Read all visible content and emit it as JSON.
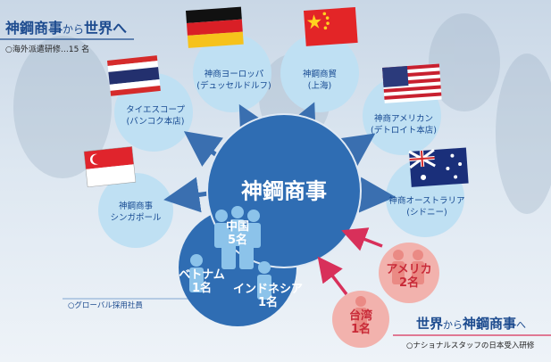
{
  "header_top": {
    "title_a": "神鋼商事",
    "title_b": "から",
    "title_c": "世界へ",
    "sub": "○海外派遣研修…15 名"
  },
  "center": {
    "label": "神鋼商事"
  },
  "offices": [
    {
      "line1": "神鋼商事",
      "line2": "シンガポール",
      "flag": "singapore"
    },
    {
      "line1": "タイエスコープ",
      "line2": "(バンコク本店)",
      "flag": "thailand"
    },
    {
      "line1": "神商ヨーロッパ",
      "line2": "(デュッセルドルフ)",
      "flag": "germany"
    },
    {
      "line1": "神鋼商貿",
      "line2": "(上海)",
      "flag": "china"
    },
    {
      "line1": "神商アメリカン",
      "line2": "(デトロイト本店)",
      "flag": "usa"
    },
    {
      "line1": "神商オーストラリア",
      "line2": "(シドニー)",
      "flag": "australia"
    }
  ],
  "global_staff": {
    "label": "○グローバル採用社員",
    "china": {
      "line1": "中国",
      "line2": "5名"
    },
    "vietnam": {
      "line1": "ベトナム",
      "line2": "1名"
    },
    "indonesia": {
      "line1": "インドネシア",
      "line2": "1名"
    }
  },
  "national_staff": {
    "america": {
      "line1": "アメリカ",
      "line2": "2名"
    },
    "taiwan": {
      "line1": "台湾",
      "line2": "1名"
    }
  },
  "header_bottom": {
    "title_a": "世界",
    "title_b": "から",
    "title_c": "神鋼商事",
    "title_d": "へ",
    "sub": "○ナショナルスタッフの日本受入研修"
  },
  "colors": {
    "accent_blue": "#1d4b8f",
    "hub_blue": "#2f6db3",
    "bubble": "#bfe0f3",
    "red_arrow": "#d8305a"
  }
}
